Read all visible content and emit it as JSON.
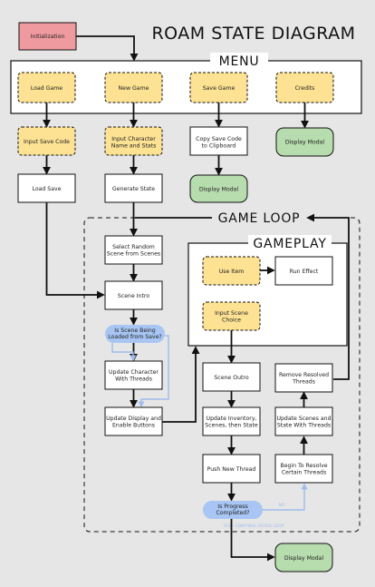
{
  "title": "ROAM STATE DIAGRAM",
  "sections": {
    "menu": "MENU",
    "game_loop": "GAME LOOP",
    "gameplay": "GAMEPLAY"
  },
  "nodes": {
    "initialization": "Initialization",
    "load_game": "Load Game",
    "new_game": "New Game",
    "save_game": "Save Game",
    "credits": "Credits",
    "input_save_code": "Input Save Code",
    "input_character": [
      "Input Character",
      "Name and Stats"
    ],
    "copy_save_code": [
      "Copy Save Code",
      "to Clipboard"
    ],
    "display_modal_credits": "Display Modal",
    "load_save": "Load Save",
    "generate_state": "Generate State",
    "display_modal_save": "Display Modal",
    "select_random_scene": [
      "Select Random",
      "Scene from Scenes"
    ],
    "scene_intro": "Scene Intro",
    "scene_loaded_decision": [
      "Is Scene Being",
      "Loaded from Save?"
    ],
    "update_character": [
      "Update Character",
      "With Threads"
    ],
    "update_display": [
      "Update Display and",
      "Enable Buttons"
    ],
    "use_item": "Use Item",
    "run_effect": "Run Effect",
    "input_scene_choice": [
      "Input Scene",
      "Choice"
    ],
    "scene_outro": "Scene Outro",
    "update_inventory": [
      "Update Inventory,",
      "Scenes, then State"
    ],
    "push_new_thread": "Push New Thread",
    "progress_decision": [
      "Is Progress",
      "Completed?"
    ],
    "display_modal_end": "Display Modal",
    "remove_resolved": [
      "Remove Resolved",
      "Threads"
    ],
    "update_scenes_state": [
      "Update Scenes and",
      "State With Threads"
    ],
    "begin_resolve": [
      "Begin To Resolve",
      "Certain Threads"
    ]
  },
  "edge_labels": {
    "yes_loop": "YES - CONTINUE OUTER LOOP",
    "no_branch": "NO"
  },
  "colors": {
    "background": "#e6e6e6",
    "initialization_fill": "#ef9a9f",
    "option_fill": "#fde293",
    "modal_fill": "#b7dcae",
    "decision_fill": "#a8c5f3",
    "decision_arrow": "#9fbcec",
    "box_fill": "#ffffff",
    "line": "#111111"
  }
}
